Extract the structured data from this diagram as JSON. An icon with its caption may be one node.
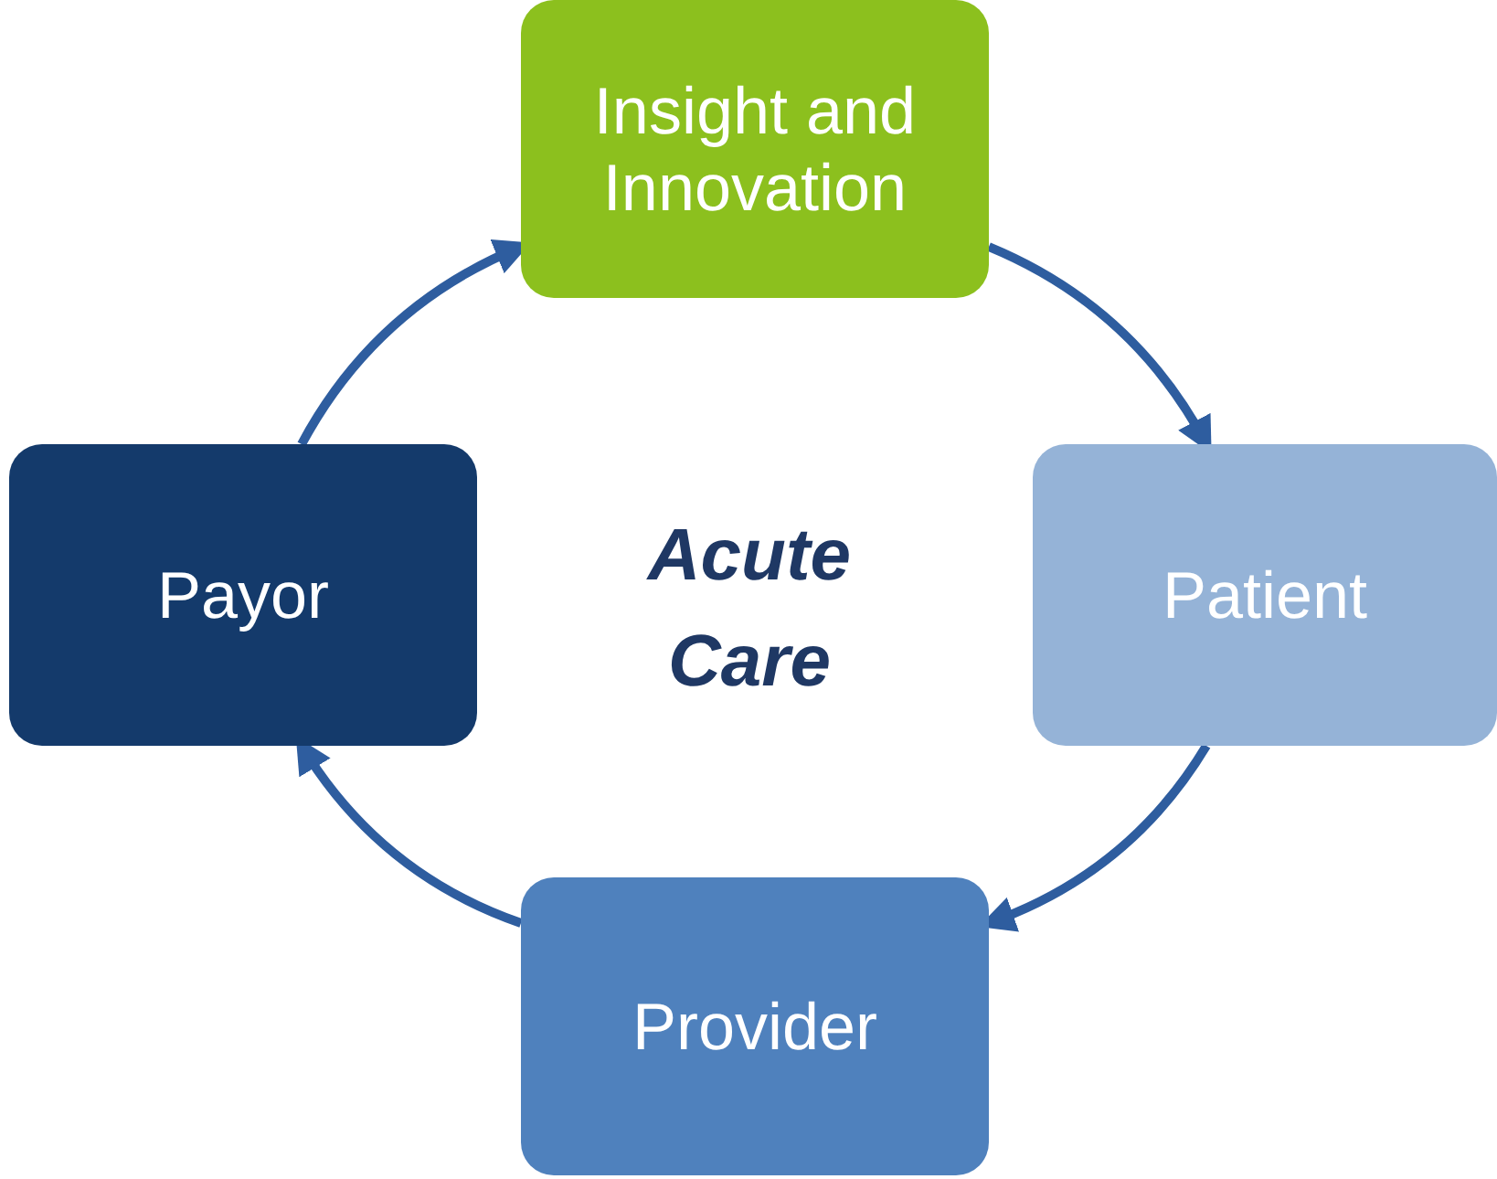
{
  "diagram": {
    "nodes": [
      {
        "text": [
          "Insight and Innovation"
        ]
      },
      {
        "text": [
          "Patient"
        ]
      },
      {
        "text": [
          "Provider"
        ]
      },
      {
        "text": [
          "Payor"
        ]
      }
    ],
    "edges": [
      {
        "from": 0,
        "to": 1,
        "arrow": "to"
      },
      {
        "from": 1,
        "to": 2,
        "arrow": "to"
      },
      {
        "from": 2,
        "to": 3,
        "arrow": "to"
      },
      {
        "from": 3,
        "to": 0,
        "arrow": "to"
      }
    ],
    "labels": [
      "Acute Care"
    ]
  }
}
